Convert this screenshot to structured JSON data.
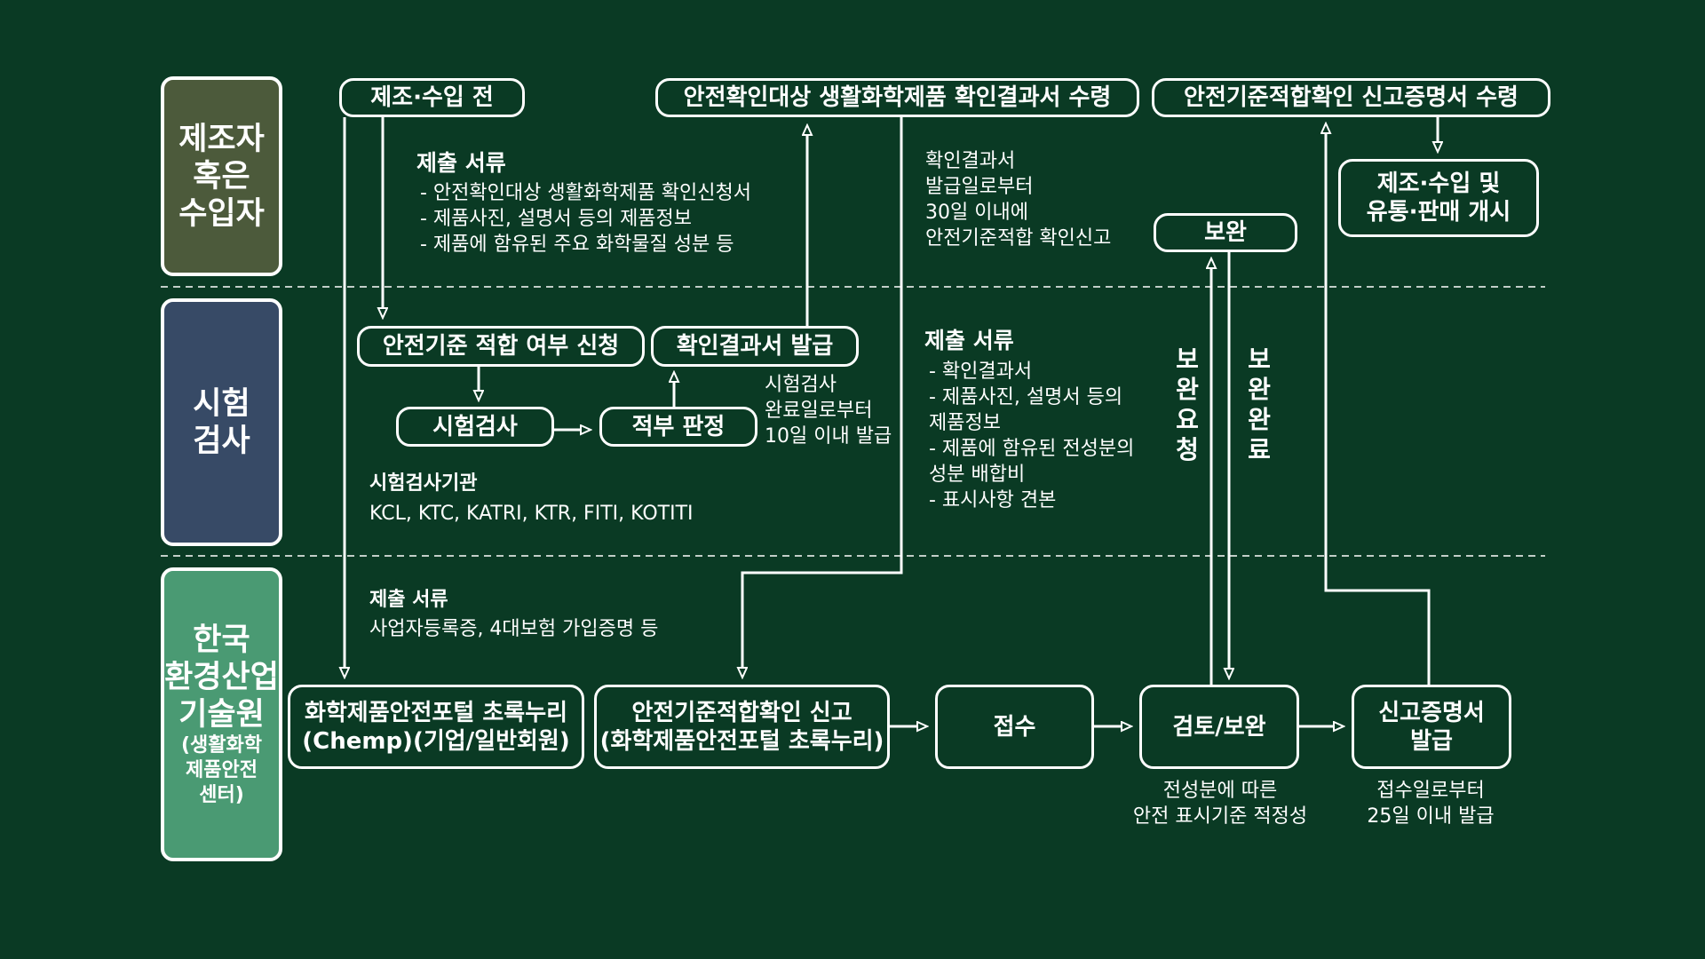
{
  "lanes": {
    "manufacturer": {
      "label": "제조자\n혹은\n수입자",
      "color": "#4c5a3b"
    },
    "testing": {
      "label": "시험\n검사",
      "color": "#374a66"
    },
    "keiti": {
      "label": "한국\n환경산업\n기술원",
      "sub": "(생활화학\n제품안전\n센터)",
      "color": "#4a9a73"
    }
  },
  "boxes": {
    "pre": "제조·수입 전",
    "receive_result": "안전확인대상 생활화학제품 확인결과서 수령",
    "receive_cert": "안전기준적합확인 신고증명서 수령",
    "start_sales": "제조·수입 및\n유통·판매 개시",
    "supplement": "보완",
    "apply": "안전기준 적합 여부 신청",
    "issue_result": "확인결과서 발급",
    "test": "시험검사",
    "judge": "적부 판정",
    "portal": "화학제품안전포털 초록누리\n(Chemp)(기업/일반회원)",
    "report": "안전기준적합확인 신고\n(화학제품안전포털 초록누리)",
    "receipt": "접수",
    "review": "검토/보완",
    "cert_issue": "신고증명서\n발급"
  },
  "notes": {
    "docs1_title": "제출 서류",
    "docs1_items": "- 안전확인대상 생활화학제품 확인신청서\n- 제품사진, 설명서 등의 제품정보\n- 제품에 함유된 주요 화학물질 성분 등",
    "deadline30": "확인결과서\n발급일로부터\n30일 이내에\n안전기준적합 확인신고",
    "deadline10": "시험검사\n완료일로부터\n10일 이내 발급",
    "docs2_title": "제출 서류",
    "docs2_items": "- 확인결과서\n- 제품사진, 설명서 등의\n  제품정보\n- 제품에 함유된 전성분의\n  성분 배합비\n- 표시사항 견본",
    "labs_title": "시험검사기관",
    "labs": "KCL, KTC, KATRI, KTR, FITI, KOTITI",
    "docs3_title": "제출 서류",
    "docs3_items": "사업자등록증, 4대보험 가입증명 등",
    "request": "보완요청",
    "complete": "보완완료",
    "review_note": "전성분에 따른\n안전 표시기준 적정성",
    "cert_note": "접수일로부터\n25일 이내 발급"
  }
}
